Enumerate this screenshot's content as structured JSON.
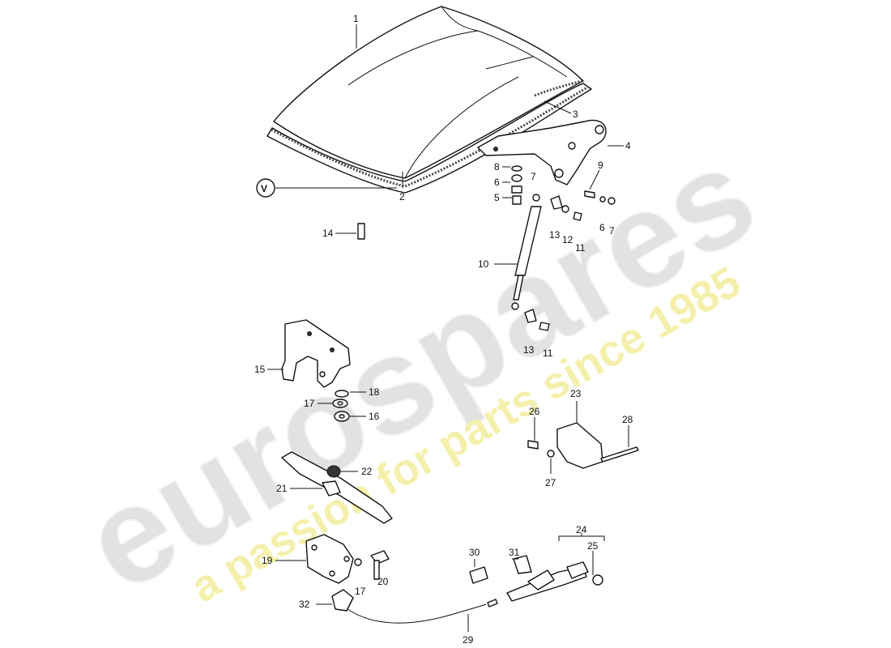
{
  "watermark": {
    "brand": "eurospares",
    "tagline": "a passion for parts since 1985",
    "brand_color": "#d9d9d9",
    "tagline_color": "#f2ec9a"
  },
  "callouts": {
    "c1": "1",
    "c2": "2",
    "c3": "3",
    "c4": "4",
    "c5": "5",
    "c6a": "6",
    "c6b": "6",
    "c7a": "7",
    "c7b": "7",
    "c8": "8",
    "c9": "9",
    "c10": "10",
    "c11a": "11",
    "c11b": "11",
    "c12": "12",
    "c13a": "13",
    "c13b": "13",
    "c14": "14",
    "c15": "15",
    "c16": "16",
    "c17a": "17",
    "c17b": "17",
    "c18": "18",
    "c19": "19",
    "c20": "20",
    "c21": "21",
    "c22": "22",
    "c23": "23",
    "c24": "24",
    "c25": "25",
    "c26": "26",
    "c27": "27",
    "c28": "28",
    "c29": "29",
    "c30": "30",
    "c31": "31",
    "c32": "32"
  },
  "symbol": "V"
}
